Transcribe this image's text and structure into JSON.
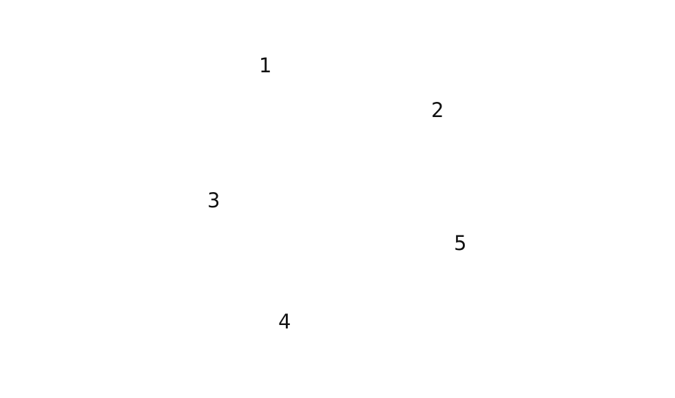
{
  "labels": {
    "one": "1",
    "two": "2",
    "three": "3",
    "four": "4",
    "five": "5"
  },
  "colors": {
    "background": "#ffffff",
    "text": "#111111"
  }
}
